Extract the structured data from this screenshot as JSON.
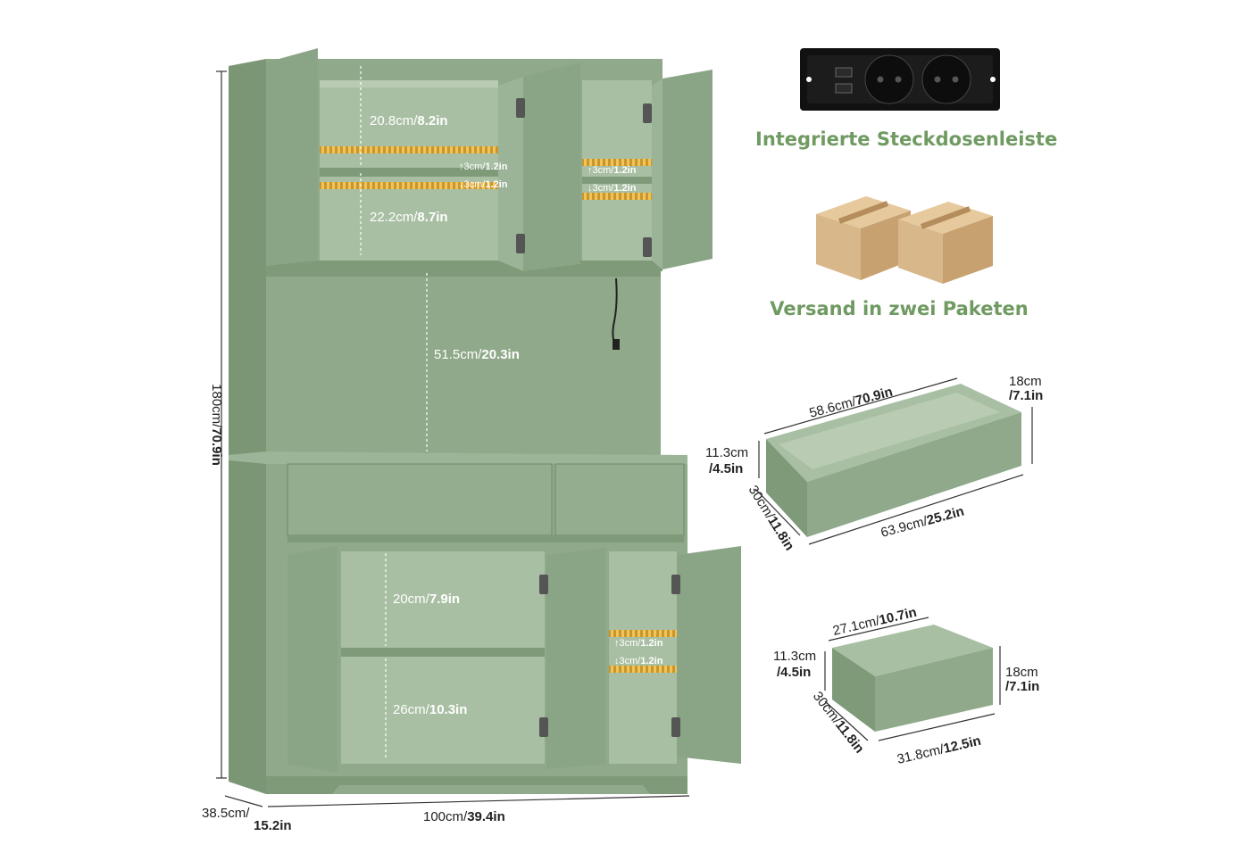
{
  "colors": {
    "cabinet_front": "#8fa98a",
    "cabinet_side": "#7a9675",
    "cabinet_inner": "#a9bfa3",
    "cabinet_shadow": "#6e8a69",
    "heading_green": "#6f9a61",
    "shelf_pin_yellow": "#d9a93a",
    "box_cardboard": "#d8b78a",
    "dimension_line": "#333333"
  },
  "features": {
    "power_strip": {
      "label": "Integrierte Steckdosenleiste",
      "icon": "power-strip-icon"
    },
    "shipping": {
      "label": "Versand in zwei Paketen",
      "icon": "cardboard-boxes-icon"
    }
  },
  "cabinet_dimensions": {
    "height": {
      "cm": "180cm/",
      "in": "70.9in"
    },
    "depth": {
      "cm": "38.5cm/",
      "in": "15.2in"
    },
    "width": {
      "cm": "100cm/",
      "in": "39.4in"
    },
    "upper_top_shelf": {
      "cm": "20.8cm/",
      "in": "8.2in"
    },
    "upper_bottom_shelf": {
      "cm": "22.2cm/",
      "in": "8.7in"
    },
    "hutch_opening": {
      "cm": "51.5cm/",
      "in": "20.3in"
    },
    "lower_top_shelf": {
      "cm": "20cm/",
      "in": "7.9in"
    },
    "lower_bottom_shelf": {
      "cm": "26cm/",
      "in": "10.3in"
    },
    "shelf_adjust_up": {
      "cm": "3cm/",
      "in": "1.2in"
    },
    "shelf_adjust_down": {
      "cm": "3cm/",
      "in": "1.2in"
    }
  },
  "large_drawer": {
    "length": {
      "cm": "58.6cm/",
      "in": "70.9in"
    },
    "outer_height": {
      "cm": "18cm",
      "in": "/7.1in"
    },
    "inner_height": {
      "cm": "11.3cm",
      "in": "/4.5in"
    },
    "depth": {
      "cm": "30cm/",
      "in": "11.8in"
    },
    "front_width": {
      "cm": "63.9cm/",
      "in": "25.2in"
    }
  },
  "small_drawer": {
    "length": {
      "cm": "27.1cm/",
      "in": "10.7in"
    },
    "inner_height": {
      "cm": "11.3cm",
      "in": "/4.5in"
    },
    "outer_height": {
      "cm": "18cm",
      "in": "/7.1in"
    },
    "depth": {
      "cm": "30cm/",
      "in": "11.8in"
    },
    "front_width": {
      "cm": "31.8cm/",
      "in": "12.5in"
    }
  }
}
